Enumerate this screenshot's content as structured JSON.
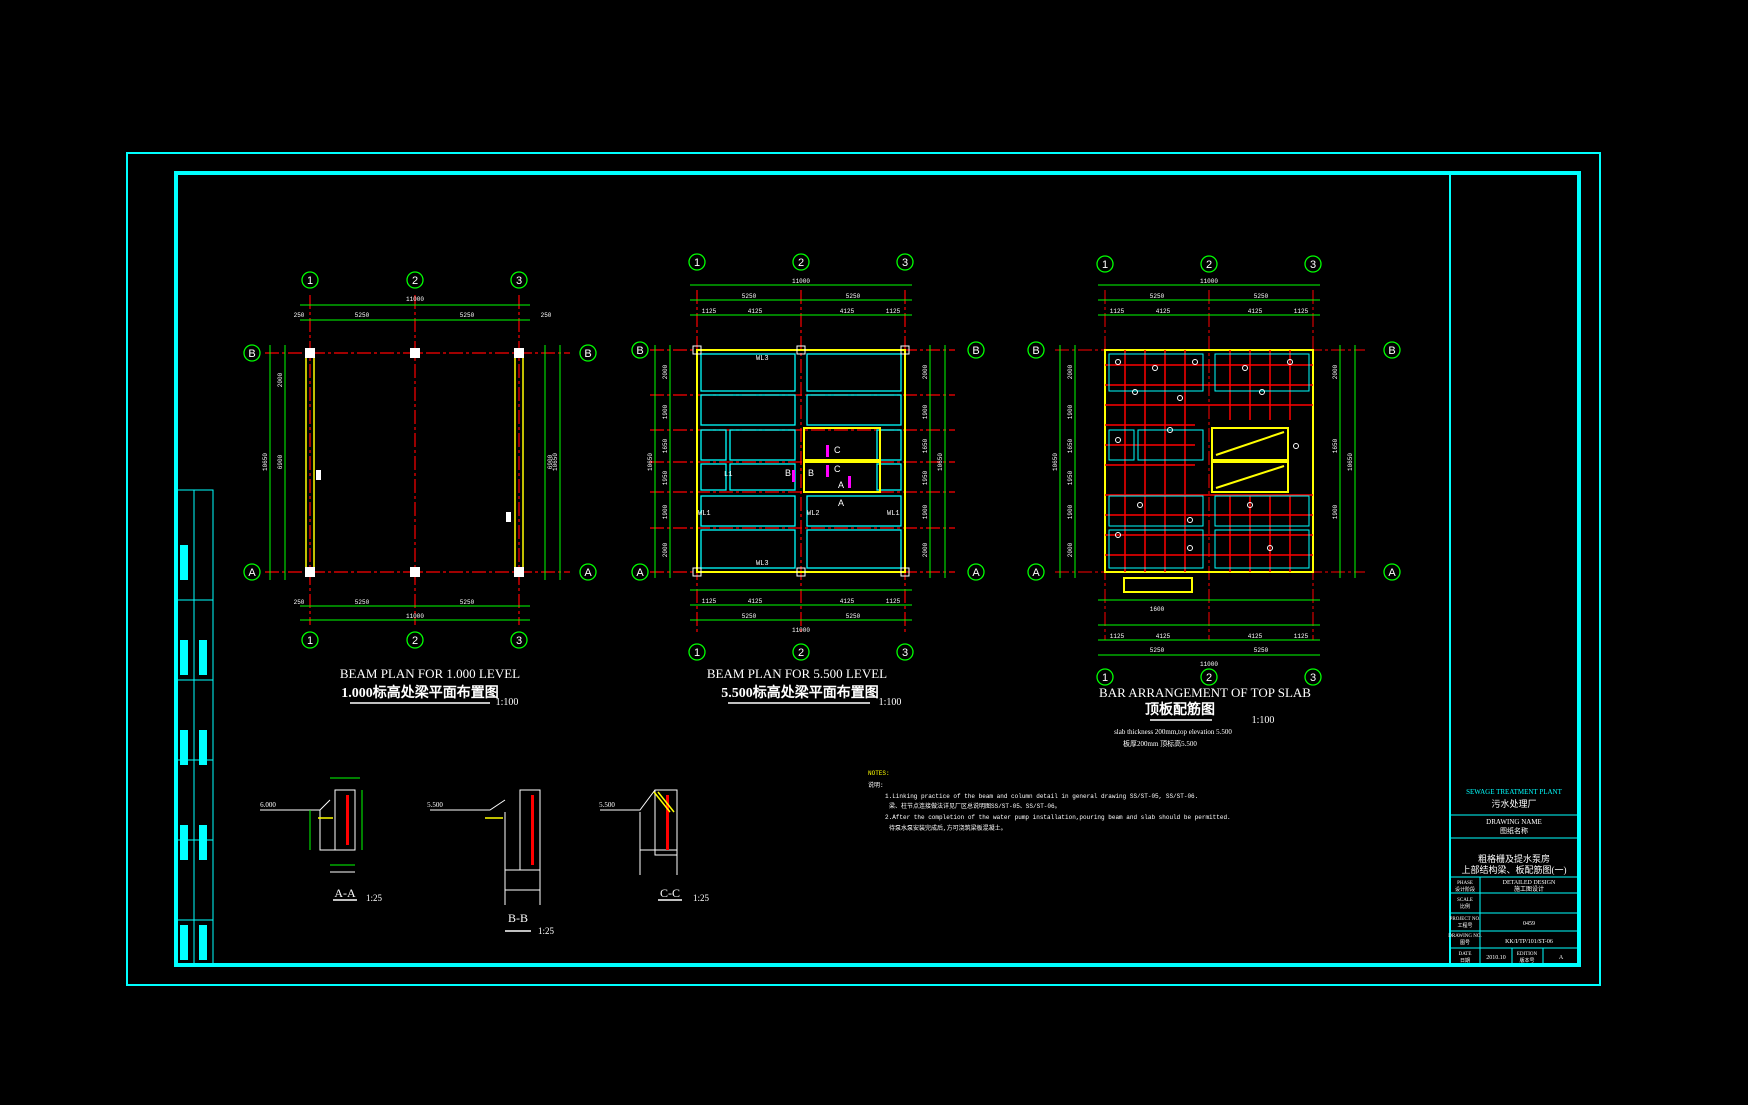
{
  "colors": {
    "background": "#000000",
    "frame": "#00ffff",
    "grid": "#00ff00",
    "axis": "#ff0000",
    "beam": "#00ffff",
    "wall": "#ffff00",
    "rebar": "#ff0000",
    "label": "#ffffff",
    "section_mark": "#ff00ff"
  },
  "axes": {
    "n1": "1",
    "n2": "2",
    "n3": "3",
    "A": "A",
    "B": "B"
  },
  "dims": {
    "d11000": "11000",
    "d5250": "5250",
    "d250": "250",
    "d1125": "1125",
    "d4125": "4125",
    "d10650": "10650",
    "d2000": "2000",
    "d6900": "6900",
    "d1900": "1900",
    "d1650": "1650",
    "d1950": "1950",
    "d1600": "1600"
  },
  "plans": {
    "p1": {
      "title_en": "BEAM PLAN FOR 1.000 LEVEL",
      "title_cn": "1.000标高处梁平面布置图",
      "scale": "1:100"
    },
    "p2": {
      "title_en": "BEAM PLAN FOR 5.500 LEVEL",
      "title_cn": "5.500标高处梁平面布置图",
      "scale": "1:100"
    },
    "p3": {
      "title_en": "BAR ARRANGEMENT OF TOP SLAB",
      "title_cn": "顶板配筋图",
      "scale": "1:100",
      "note_en": "slab thickness 200mm,top elevation 5.500",
      "note_cn": "板厚200mm 顶标高5.500"
    }
  },
  "beam_tags": {
    "wl1": "WL1",
    "wl2": "WL2",
    "wl3": "WL3",
    "l1": "L1",
    "b": "B",
    "c": "C",
    "a": "A"
  },
  "sections": {
    "aa": {
      "label": "A-A",
      "scale": "1:25",
      "level": "6.000"
    },
    "bb": {
      "label": "B-B",
      "scale": "1:25",
      "level": "5.500"
    },
    "cc": {
      "label": "C-C",
      "scale": "1:25",
      "level": "5.500"
    }
  },
  "notes": {
    "heading": "NOTES:",
    "heading_cn": "说明:",
    "n1": "1.Linking practice of the beam and column detail in general drawing SS/ST-05, SS/ST-06.",
    "n1_cn": "梁、柱节点连接做法详见厂区总说明图SS/ST-05、SS/ST-06。",
    "n2": "2.After the completion of the water pump installation,pouring beam and slab should be permitted.",
    "n2_cn": "待泵水泵安装完成后,方可浇筑梁板混凝土。"
  },
  "title_block": {
    "project_en": "SEWAGE TREATMENT PLANT",
    "project_cn": "污水处理厂",
    "drawing_name_label": "DRAWING NAME",
    "drawing_name_label_cn": "图纸名称",
    "drawing_name_cn_1": "粗格栅及提水泵房",
    "drawing_name_cn_2": "上部结构梁、板配筋图(一)",
    "phase_label": "PHASE",
    "phase_label_cn": "设计阶段",
    "phase_value": "DETAILED DESIGN",
    "phase_value_cn": "施工图设计",
    "scale_label": "SCALE",
    "scale_label_cn": "比例",
    "project_no_label": "PROJECT NO.",
    "project_no_label_cn": "工程号",
    "project_no": "0459",
    "drawing_no_label": "DRAWING NO.",
    "drawing_no_label_cn": "图号",
    "drawing_no": "KK/I/TP/101/ST-06",
    "date_label": "DATE",
    "date_label_cn": "日期",
    "date": "2010.10",
    "edition_label": "EDITION",
    "edition_label_cn": "版本号",
    "edition": "A"
  }
}
